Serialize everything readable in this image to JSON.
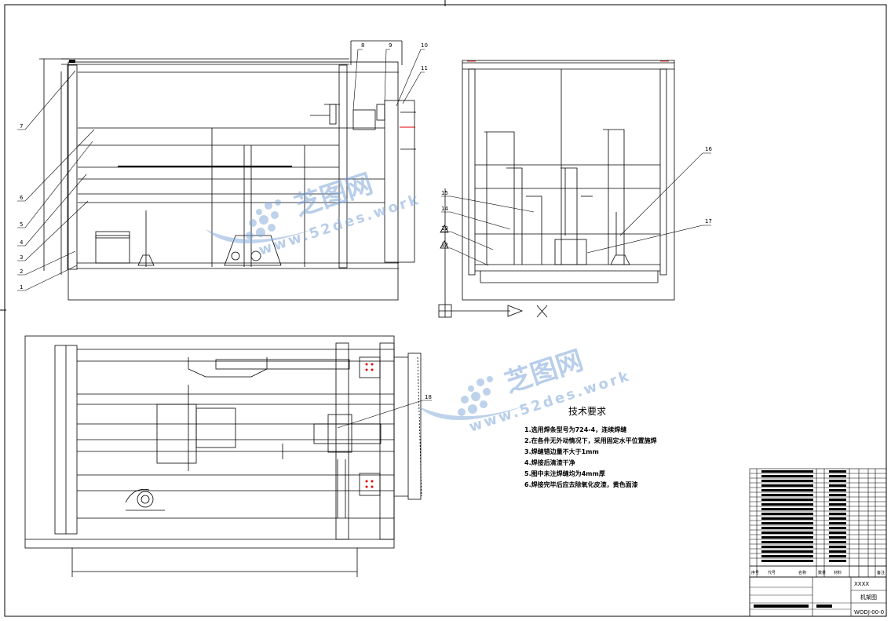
{
  "balloons_main": [
    "1",
    "2",
    "3",
    "4",
    "5",
    "6",
    "7",
    "8",
    "9",
    "10",
    "11"
  ],
  "balloons_side": [
    "12",
    "13",
    "14",
    "15",
    "16",
    "17"
  ],
  "balloon_plan": "18",
  "axis_label": "X",
  "tech_title": "技术要求",
  "tech_notes": [
    "1.选用焊条型号为724-4，连续焊缝",
    "2.在各件无外动情况下，采用固定水平位置施焊",
    "3.焊缝错边量不大于1mm",
    "4.焊接后清渣干净",
    "5.图中未注焊缝均为4mm厚",
    "6.焊接完毕后应去除氧化皮渣，黄色面漆"
  ],
  "watermark_cn": "芝图网",
  "watermark_url": "www.52des.work",
  "title_block": {
    "header_seq": "序号",
    "header_code": "代号",
    "header_name": "名称",
    "header_qty": "数量",
    "header_material": "材料",
    "header_remark": "备注",
    "company": "XXXX",
    "part_name": "机架图",
    "drawing_no": "WODJ-00-0"
  }
}
